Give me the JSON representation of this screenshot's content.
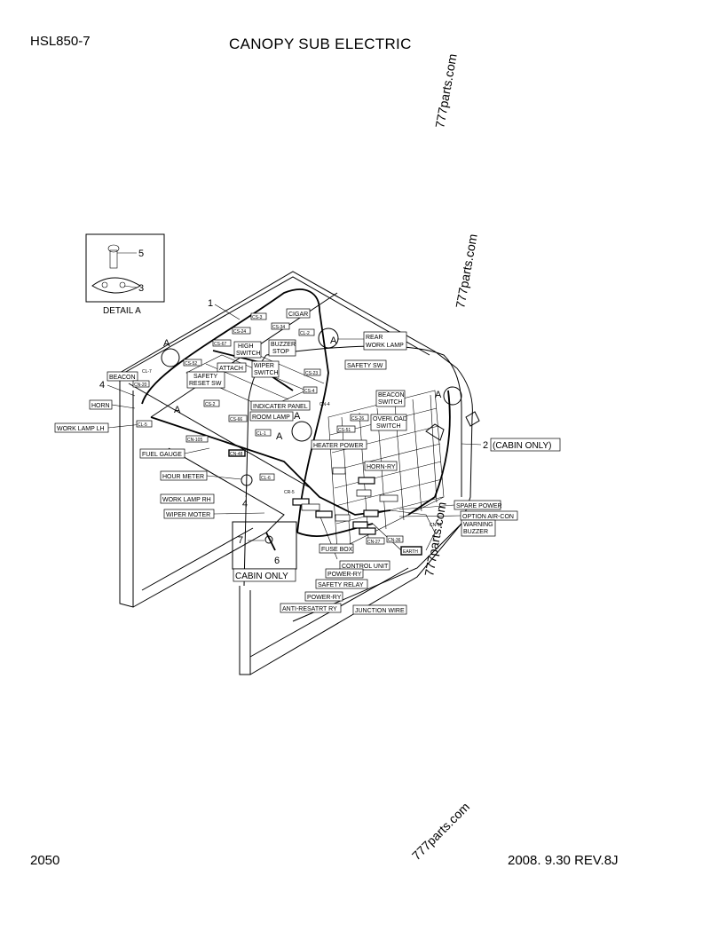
{
  "header": {
    "model": "HSL850-7",
    "title": "CANOPY SUB ELECTRIC"
  },
  "footer": {
    "page_number": "2050",
    "date_rev": "2008. 9.30  REV.8J"
  },
  "watermark": "777parts.com",
  "detail": {
    "caption": "DETAIL A",
    "part_5": "5",
    "part_3": "3"
  },
  "callouts": {
    "c1": "1",
    "c2": "2",
    "c2_note": "(CABIN ONLY)",
    "c4a": "4",
    "c4b": "4",
    "c6": "6",
    "c7": "7",
    "cabin_only": "CABIN ONLY",
    "a1": "A",
    "a2": "A",
    "a3": "A",
    "a4": "A",
    "a5": "A",
    "a6": "A"
  },
  "labels": {
    "cigar": "CIGAR",
    "rear_work_lamp_1": "REAR",
    "rear_work_lamp_2": "WORK LAMP",
    "safety_sw": "SAFETY SW",
    "buzzer_stop_1": "BUZZER",
    "buzzer_stop_2": "STOP",
    "high_switch_1": "HIGH",
    "high_switch_2": "SWITCH",
    "attach": "ATTACH",
    "wiper_switch_1": "WIPER",
    "wiper_switch_2": "SWITCH",
    "safety_reset_1": "SAFETY",
    "safety_reset_2": "RESET SW",
    "beacon": "BEACON",
    "horn": "HORN",
    "work_lamp_lh": "WORK LAMP LH",
    "indicater_panel": "INDICATER PANEL",
    "room_lamp": "ROOM LAMP",
    "beacon_switch_1": "BEACON",
    "beacon_switch_2": "SWITCH",
    "overload_switch_1": "OVERLOAD",
    "overload_switch_2": "SWITCH",
    "heater_power": "HEATER POWER",
    "horn_rly": "HORN-RY",
    "fuel_gauge": "FUEL GAUGE",
    "hour_meter": "HOUR METER",
    "work_lamp_rh": "WORK LAMP RH",
    "wiper_moter": "WIPER MOTER",
    "spare_power": "SPARE POWER",
    "option_aircon": "OPTION AIR-CON",
    "warning_buzzer_1": "WARNING",
    "warning_buzzer_2": "BUZZER",
    "fuse_box": "FUSE BOX",
    "control_unit": "CONTROL UNIT",
    "power_ry_1": "POWER-RY",
    "safety_relay": "SAFETY RELAY",
    "power_ry_2": "POWER-RY",
    "anti_restart_ry": "ANTI-RESATRT RY",
    "junction_wire": "JUNCTION WIRE",
    "earth": "EARTH"
  },
  "connectors": {
    "cs3": "CS-3",
    "cs24": "CS-24",
    "cs34": "CS-34",
    "cl2": "CL-2",
    "cs67": "CS-67",
    "cs52": "CS-52",
    "cl7": "CL-7",
    "cn20": "CN-20",
    "cl5": "CL-5",
    "cs2": "CS-2",
    "cs66": "CS-66",
    "cl1": "CL-1",
    "cn105": "CN-105",
    "cn48": "CN-48",
    "cl6": "CL-6",
    "cs23": "CS-23",
    "cs4": "CS-4",
    "cn4": "CN-4",
    "cs26": "CS-26",
    "cs51": "CS-51",
    "cr5": "CR-5",
    "cn36": "CN-36",
    "cn27": "CN-27",
    "cn11": "CN-11"
  }
}
